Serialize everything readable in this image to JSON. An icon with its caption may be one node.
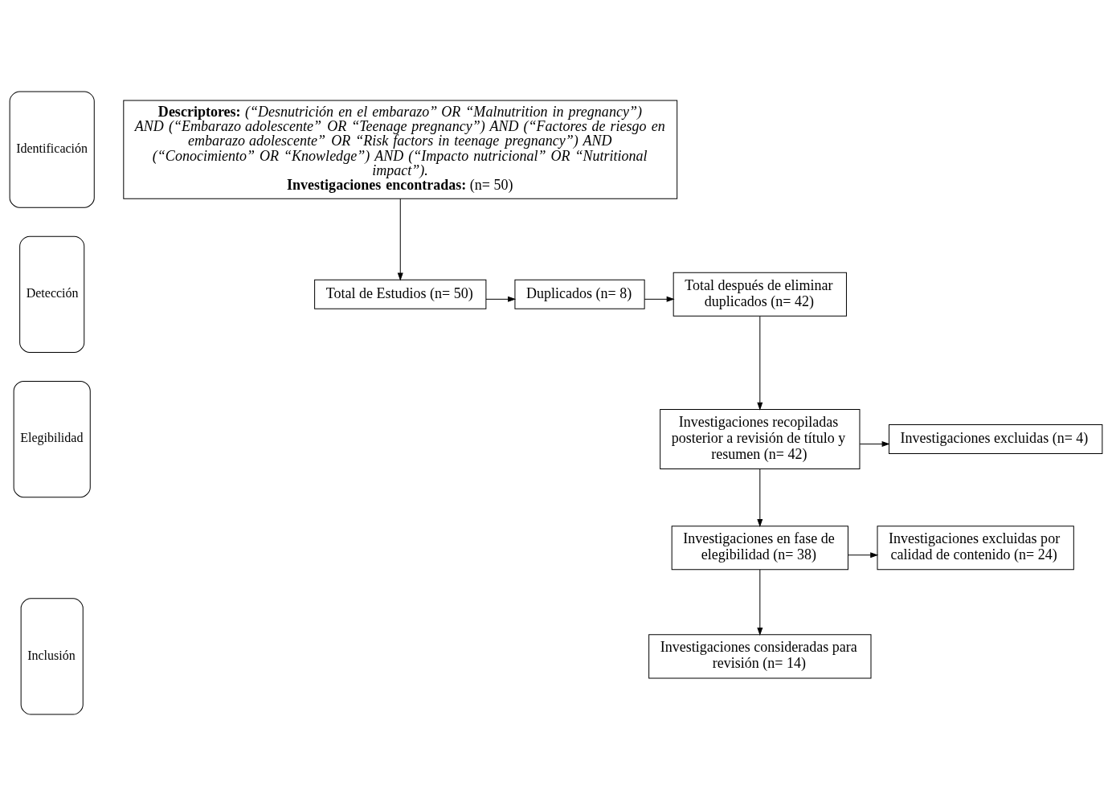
{
  "diagram": {
    "nodes": [
      {
        "text": [
          "Identificación"
        ]
      },
      {
        "text": [
          "**Descriptores:** *(“Desnutrición en el embarazo” OR “Malnutrition in pregnancy”) AND (“Embarazo adolescente” OR “Teenage pregnancy”) AND (“Factores de riesgo en embarazo adolescente” OR “Risk factors in teenage pregnancy”) AND (“Conocimiento” OR “Knowledge”) AND (“Impacto nutricional” OR “Nutritional impact”).*",
          "**Investigaciones encontradas:** (n= 50)"
        ]
      },
      {
        "text": [
          "Detección"
        ]
      },
      {
        "text": [
          "Total de Estudios (n= 50)"
        ]
      },
      {
        "text": [
          "Duplicados (n= 8)"
        ]
      },
      {
        "text": [
          "Total después de eliminar duplicados (n= 42)"
        ]
      },
      {
        "text": [
          "Elegibilidad"
        ]
      },
      {
        "text": [
          "Investigaciones recopiladas posterior a revisión de título y resumen (n= 42)"
        ]
      },
      {
        "text": [
          "Investigaciones excluidas (n= 4)"
        ]
      },
      {
        "text": [
          "Investigaciones en fase de elegibilidad (n= 38)"
        ]
      },
      {
        "text": [
          "Investigaciones excluidas por calidad de contenido (n= 24)"
        ]
      },
      {
        "text": [
          "Inclusión"
        ]
      },
      {
        "text": [
          "Investigaciones consideradas para revisión (n= 14)"
        ]
      }
    ],
    "edges": [
      {
        "from": 1,
        "to": 3,
        "arrow": "to"
      },
      {
        "from": 3,
        "to": 4,
        "arrow": "to"
      },
      {
        "from": 4,
        "to": 5,
        "arrow": "to"
      },
      {
        "from": 5,
        "to": 7,
        "arrow": "to"
      },
      {
        "from": 7,
        "to": 8,
        "arrow": "to"
      },
      {
        "from": 7,
        "to": 9,
        "arrow": "to"
      },
      {
        "from": 9,
        "to": 10,
        "arrow": "to"
      },
      {
        "from": 9,
        "to": 12,
        "arrow": "to"
      }
    ]
  }
}
